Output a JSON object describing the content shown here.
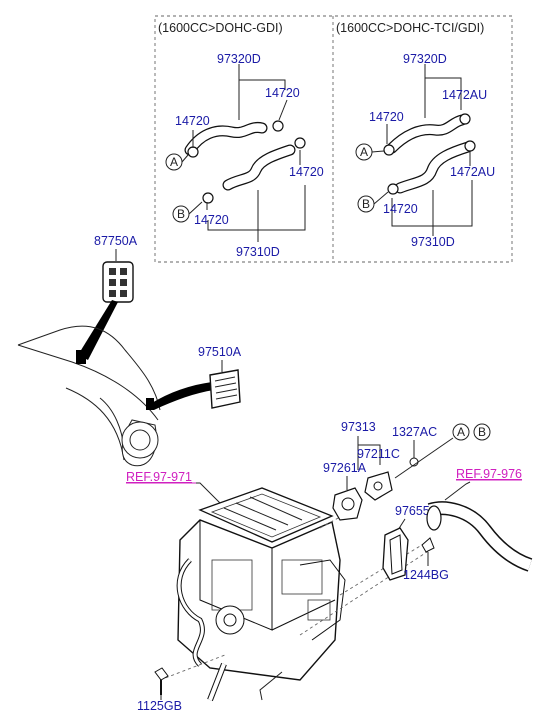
{
  "variants": {
    "left": "(1600CC>DOHC-GDI)",
    "right": "(1600CC>DOHC-TCI/GDI)"
  },
  "parts": {
    "p97320D_left": "97320D",
    "p14720_ll": "14720",
    "p14720_lr": "14720",
    "p14720_lr2": "14720",
    "p14720_lb": "14720",
    "p97310D_left": "97310D",
    "p97320D_right": "97320D",
    "p14720_rl": "14720",
    "p1472AU_rt": "1472AU",
    "p1472AU_rm": "1472AU",
    "p14720_rb": "14720",
    "p97310D_right": "97310D",
    "p87750A": "87750A",
    "p97510A": "97510A",
    "p97313": "97313",
    "p1327AC": "1327AC",
    "p97211C": "97211C",
    "p97261A": "97261A",
    "p97655A": "97655A",
    "p1244BG": "1244BG",
    "p1125GB": "1125GB"
  },
  "refs": {
    "left": "REF.97-971",
    "right": "REF.97-976"
  },
  "markers": {
    "a": "A",
    "b": "B"
  },
  "colors": {
    "part_label": "#1a1aa6",
    "ref_label": "#d020c0",
    "line": "#222222"
  }
}
